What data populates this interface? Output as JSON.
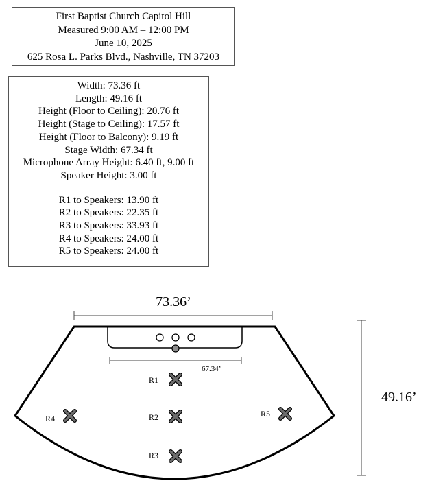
{
  "header": {
    "lines": [
      "First Baptist Church Capitol Hill",
      "Measured 9:00 AM – 12:00 PM",
      "June 10, 2025",
      "625 Rosa L. Parks Blvd., Nashville, TN 37203"
    ]
  },
  "specs": {
    "dimensions": [
      "Width: 73.36 ft",
      "Length: 49.16 ft",
      "Height (Floor to Ceiling): 20.76 ft",
      "Height (Stage to Ceiling): 17.57 ft",
      "Height (Floor to Balcony): 9.19 ft",
      "Stage Width: 67.34 ft",
      "Microphone Array Height: 6.40 ft, 9.00 ft",
      "Speaker Height: 3.00 ft"
    ],
    "distances": [
      "R1 to Speakers: 13.90 ft",
      "R2 to Speakers: 22.35 ft",
      "R3 to Speakers: 33.93 ft",
      "R4 to Speakers: 24.00 ft",
      "R5 to Speakers: 24.00 ft"
    ]
  },
  "plan": {
    "width_label": "73.36’",
    "length_label": "49.16’",
    "stage_width_label": "67.34’",
    "receivers": [
      "R1",
      "R2",
      "R3",
      "R4",
      "R5"
    ],
    "colors": {
      "outline": "#000000",
      "marker_fill": "#6e6e6e",
      "speaker_fill": "#8c8c8c",
      "dimension_line": "#444444"
    }
  }
}
